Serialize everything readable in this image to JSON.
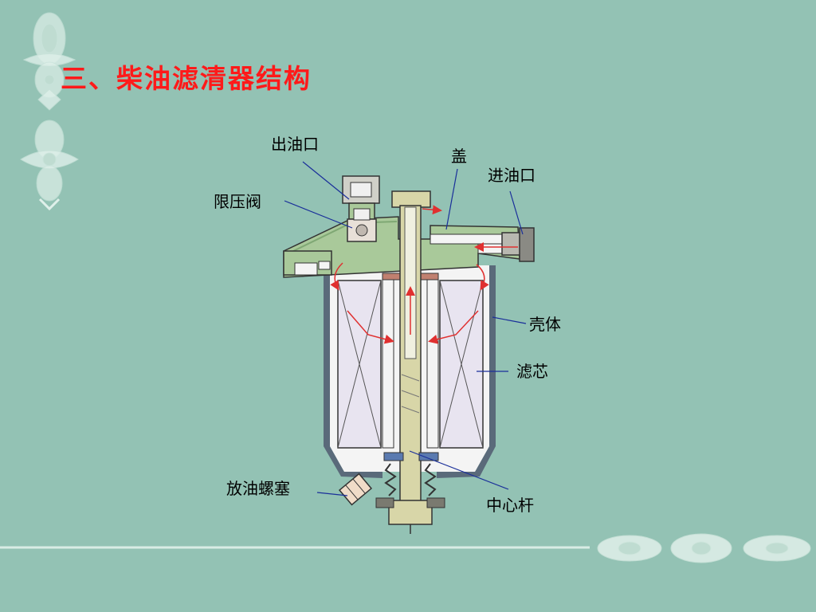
{
  "title": "三、柴油滤清器结构",
  "labels": {
    "outlet": "出油口",
    "cover": "盖",
    "inlet": "进油口",
    "relief_valve": "限压阀",
    "housing": "壳体",
    "filter_element": "滤芯",
    "drain_plug": "放油螺塞",
    "center_rod": "中心杆"
  },
  "colors": {
    "background": "#93c2b4",
    "title": "#ff1a1a",
    "housing_fill": "#a9c99a",
    "element_fill": "#e8e4f0",
    "rod_fill": "#d8d6a8",
    "arrow": "#e03030",
    "leader": "#1a2f9a"
  }
}
